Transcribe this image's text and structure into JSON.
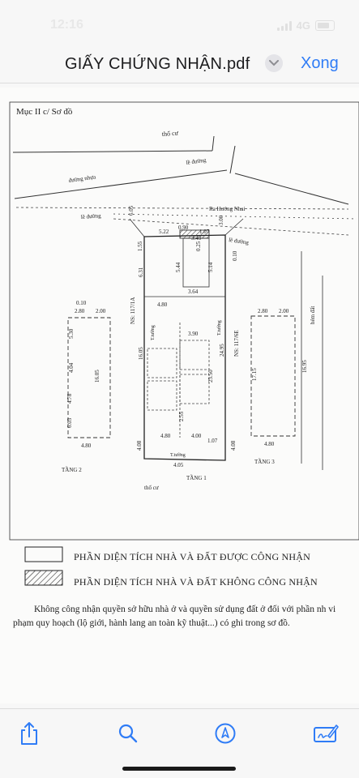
{
  "status": {
    "time": "12:16",
    "network": "4G"
  },
  "nav": {
    "title": "GIẤY CHỨNG NHẬN.pdf",
    "done_label": "Xong"
  },
  "document": {
    "section_label": "Mục II c/ Sơ đồ",
    "map_labels": {
      "tho_cu_top": "thổ cư",
      "le_duong_1": "lề đường",
      "duong_nhua": "đường nhựa",
      "le_duong_2": "lề đường",
      "ranh_hung_nhai": "Ra Hướng Nhai",
      "le_duong_3": "lề đường",
      "ns_left": "NS: 117/1A",
      "ns_right": "NS: 117/6E",
      "hem_dat": "hẻm đất",
      "tang_2": "TẦNG 2",
      "tang_1": "TẦNG 1",
      "tang_3": "TẦNG 3",
      "tho_cu_bottom": "thổ cư"
    },
    "dimensions": {
      "d_522": "5.22",
      "d_090": "0.90",
      "d_107": "1.07",
      "d_300": "3.00",
      "d_343": "3.43",
      "d_544": "5.44",
      "d_514": "5.14",
      "d_025": "0.25",
      "d_155": "1.55",
      "d_631": "6.31",
      "d_605": "6.05",
      "d_010": "0.10",
      "d_480a": "4.80",
      "d_364": "3.64",
      "d_280l": "2.80",
      "d_200l": "2.00",
      "d_530": "5.30",
      "d_404": "4.04",
      "d_478": "4.78",
      "d_603": "6.03",
      "d_1605": "16.05",
      "d_390": "3.90",
      "d_2495": "24.95",
      "d_2350": "23.50",
      "d_1605b": "16.05",
      "d_255": "2.55",
      "d_400": "4.00",
      "d_480b": "4.80",
      "d_107b": "1.07",
      "d_408l": "4.08",
      "d_408r": "4.08",
      "d_405": "4.05",
      "d_480c": "4.80",
      "d_280r": "2.80",
      "d_200r": "2.00",
      "d_1715": "17.15",
      "d_1695": "16.95",
      "d_480d": "4.80",
      "d_010r": "0.10"
    },
    "room_labels": {
      "tuong_1": "T.tường",
      "tuong_2": "T.tường",
      "tuong_3": "T.tường"
    },
    "legend": {
      "recognized": "PHẦN DIỆN TÍCH NHÀ VÀ ĐẤT ĐƯỢC CÔNG NHẬN",
      "not_recognized": "PHẦN DIỆN TÍCH NHÀ VÀ ĐẤT KHÔNG CÔNG NHẬN"
    },
    "note": "Không công nhận quyền sở hữu nhà ở và quyền sử dụng đất ở đối với phần nh vi phạm quy hoạch (lộ giới, hành lang an toàn kỹ thuật...) có ghi trong sơ đồ."
  },
  "toolbar": {
    "share_icon": "share-icon",
    "search_icon": "search-icon",
    "markup_icon": "markup-icon",
    "sign_icon": "signature-icon"
  },
  "colors": {
    "accent": "#2f7cf6",
    "ink": "#222222",
    "bar": "#f7f7f7"
  }
}
